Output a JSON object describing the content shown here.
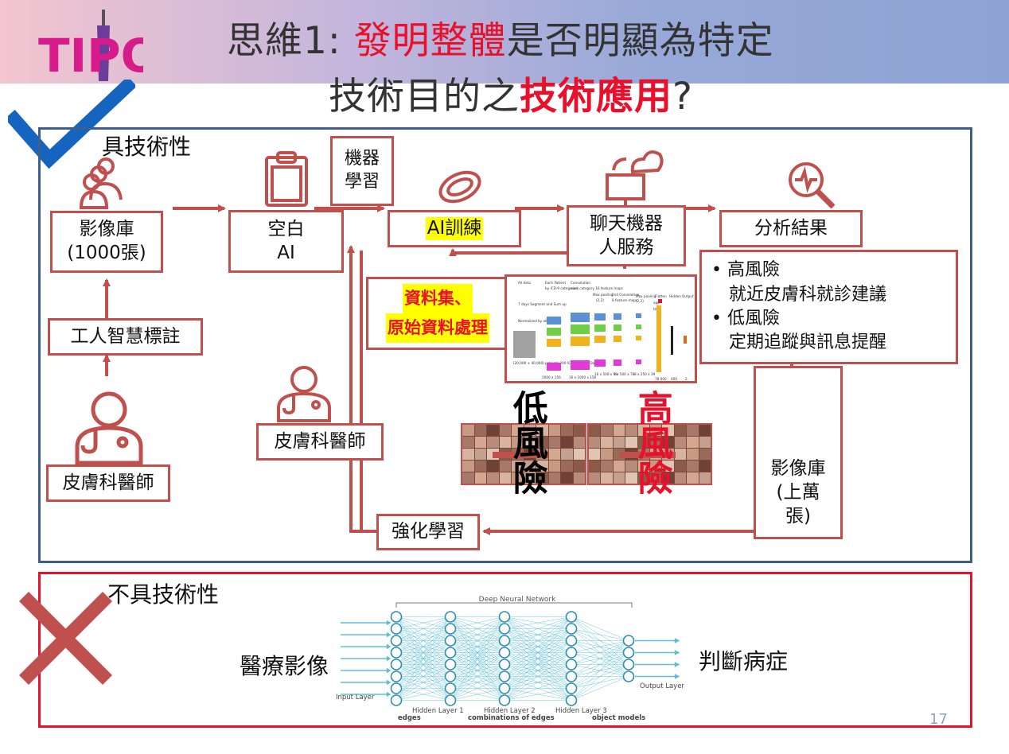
{
  "logo": {
    "text": "TIPO",
    "colors": [
      "#d81b8b",
      "#7b3fa0",
      "#2e3f9e"
    ]
  },
  "title": {
    "line1_a": "思維1: ",
    "line1_b": "發明整體",
    "line1_c": "是否明顯為特定",
    "line2_a": "技術目的之",
    "line2_b": "技術應用",
    "line2_c": "?"
  },
  "section_tech": {
    "label": "具技術性",
    "image_db": {
      "line1": "影像庫",
      "line2": "(1000張)"
    },
    "ai_label": "工人智慧標註",
    "dermatologist_1": "皮膚科醫師",
    "blank_ai": {
      "line1": "空白",
      "line2": "AI"
    },
    "ml_label": {
      "line1": "機器",
      "line2": "學習"
    },
    "ai_training": "AI訓練",
    "chatbot": {
      "line1": "聊天機器",
      "line2": "人服務"
    },
    "analysis": "分析結果",
    "results": [
      {
        "title": "高風險",
        "detail": "就近皮膚科就診建議"
      },
      {
        "title": "低風險",
        "detail": "定期追蹤與訊息提醒"
      }
    ],
    "dataset": {
      "line1": "資料集、",
      "line2": "原始資料處理"
    },
    "cnn": {
      "headers": [
        "All data",
        "Each Patient",
        "Convolution",
        "Max pooling",
        "2nd Convolution",
        "Max pooling",
        "Flatten",
        "Hidden",
        "Output"
      ],
      "sub1": "by ICD-9 categories",
      "sub2": "each category 16 feature maps",
      "sub3": "(2,2)",
      "sub4": "8 feature maps",
      "note1": "7 days Segment and Sum up",
      "note2": "Normalized by all patients",
      "note3": "(20,000 + 40,000) patients 200 ICD-9 x 1095 Days",
      "dims": [
        "1000 x 156",
        "16 x 1000 x 156",
        "16 x 500 x 78",
        "8 x 500 x 78",
        "8 x 250 x 39",
        "78 000",
        "400",
        "2"
      ],
      "flag_labels": [
        "app",
        "tes"
      ]
    },
    "low_risk": "低風險",
    "high_risk": "高風險",
    "dermatologist_2": "皮膚科醫師",
    "image_db_large": {
      "line1": "影像庫",
      "line2": "(上萬",
      "line3": "張)"
    },
    "reinforcement": "強化學習"
  },
  "section_nontech": {
    "label": "不具技術性",
    "input": "醫療影像",
    "output": "判斷病症",
    "nn": {
      "title": "Deep Neural Network",
      "input_layer": "Input Layer",
      "output_layer": "Output Layer",
      "hidden1": "Hidden Layer 1",
      "hidden2": "Hidden Layer 2",
      "hidden3": "Hidden Layer 3",
      "feat1": "edges",
      "feat2": "combinations of edges",
      "feat3": "object models"
    }
  },
  "page_number": "17",
  "colors": {
    "accent_red": "#c0504d",
    "title_red": "#e8102a",
    "frame_blue": "#3e5f8a",
    "check_blue": "#1565c0"
  }
}
